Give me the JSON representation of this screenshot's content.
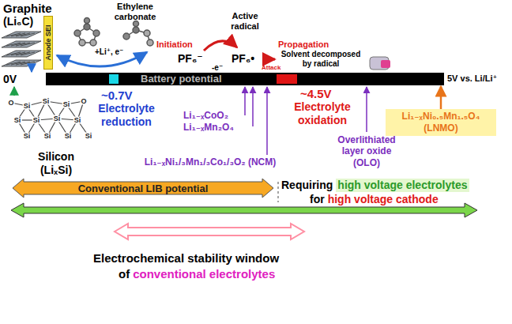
{
  "diagram": {
    "nodes": [
      {
        "text": [
          "Battery potential"
        ]
      },
      {
        "text": [
          "Anode SEI"
        ]
      },
      {
        "text": [
          "Li₁₋ₓNi₀.₅Mn₁.₅O₄ (LNMO)"
        ]
      },
      {
        "text": [
          "Conventional LIB potential"
        ]
      }
    ],
    "edges": [
      {
        "from": 2,
        "to": 0,
        "arrow": "to"
      }
    ],
    "labels": [
      "Graphite",
      "(Li₆C)",
      "Ethylene carbonate",
      "+Li⁺, e⁻",
      "Initiation",
      "PF₆⁻",
      "-e⁻",
      "Active radical",
      "PF₆•",
      "Attack",
      "Propagation",
      "Solvent decomposed by radical",
      "0V",
      "5V vs. Li/Li⁺",
      "~0.7V",
      "Electrolyte reduction",
      "~4.5V",
      "Electrolyte oxidation",
      "Li₁₋ₓCoO₂",
      "Li₁₋ₓMn₂O₄",
      "Li₁₋ₓNi₁/₃Mn₁/₃Co₁/₃O₂ (NCM)",
      "Overlithiated layer oxide (OLO)",
      "Silicon (LiₓSi)",
      "Requiring",
      "high voltage electrolytes",
      "for",
      "high voltage cathode",
      "Electrochemical stability window",
      "of",
      "conventional electrolytes",
      "O",
      "Si",
      "Si",
      "Si",
      "O",
      "Si",
      "Si",
      "Si",
      "Si",
      "Si",
      "Si",
      "Si",
      "Si"
    ]
  }
}
